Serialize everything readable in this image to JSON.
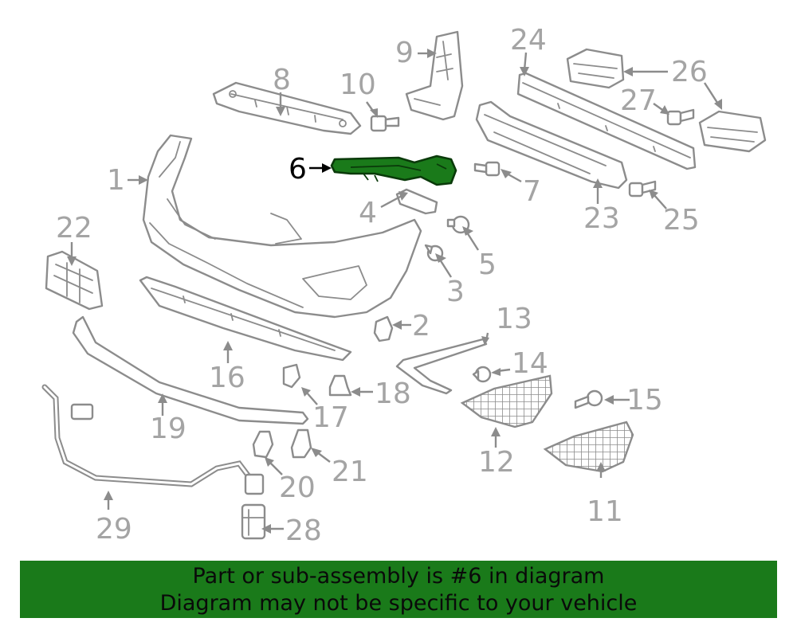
{
  "diagram": {
    "highlighted_part": "6",
    "highlight_color": "#1a7a1a",
    "callouts": [
      "1",
      "2",
      "3",
      "4",
      "5",
      "6",
      "7",
      "8",
      "9",
      "10",
      "11",
      "12",
      "13",
      "14",
      "15",
      "16",
      "17",
      "18",
      "19",
      "20",
      "21",
      "22",
      "23",
      "24",
      "25",
      "26",
      "27",
      "28",
      "29"
    ]
  },
  "banner": {
    "line1": "Part or sub-assembly is #6 in diagram",
    "line2": "Diagram may not be specific to your vehicle",
    "background": "#1a7a1a"
  }
}
